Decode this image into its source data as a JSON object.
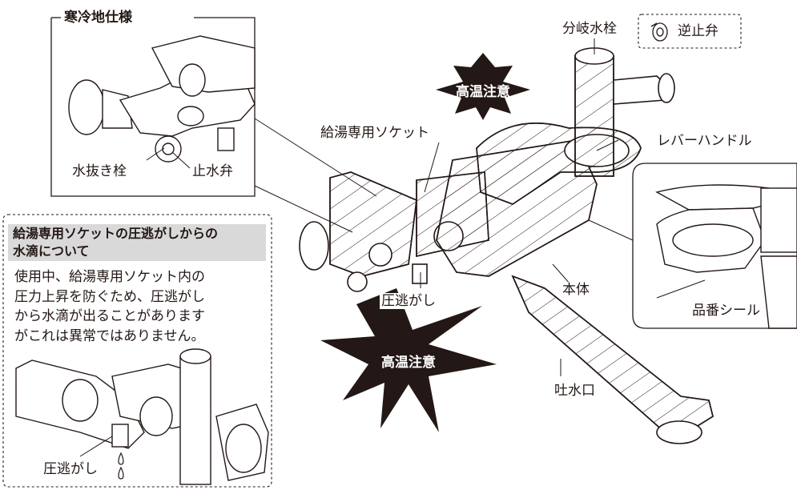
{
  "inset_cold": {
    "title": "寒冷地仕様",
    "label_drain": "水抜き栓",
    "label_stop": "止水弁"
  },
  "labels": {
    "branch_valve": "分岐水栓",
    "check_valve": "逆止弁",
    "hot_socket": "給湯専用ソケット",
    "lever": "レバーハンドル",
    "relief": "圧逃がし",
    "body": "本体",
    "model_seal": "品番シール",
    "spout": "吐水口"
  },
  "warnings": {
    "top": "高温注意",
    "bottom": "高温注意"
  },
  "note": {
    "heading_line1": "給湯専用ソケットの圧逃がしからの",
    "heading_line2": "水滴について",
    "body_line1": "使用中、給湯専用ソケット内の",
    "body_line2": "圧力上昇を防ぐため、圧逃がし",
    "body_line3": "から水滴が出ることがあります",
    "body_line4": "がこれは異常ではありません。",
    "relief_label": "圧逃がし"
  },
  "colors": {
    "ink": "#231815",
    "warning_fill": "#231815",
    "heading_bg": "#d9d9d9"
  },
  "icons": [
    "warning-starburst-icon",
    "check-valve-icon",
    "water-drop-icon"
  ]
}
